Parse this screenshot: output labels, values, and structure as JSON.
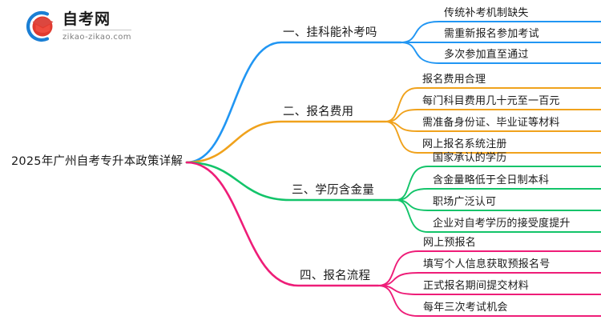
{
  "logo": {
    "title": "自考网",
    "domain": "zikao-zikao.com",
    "mark_icon": "graduation-cap-icon",
    "ring_color": "#1b7fd4",
    "cap_color": "#e03a2f"
  },
  "mindmap": {
    "root": {
      "label": "2025年广州自考专升本政策详解"
    },
    "branches": [
      {
        "label": "一、挂科能补考吗",
        "color": "#2196f3",
        "children": [
          {
            "label": "传统补考机制缺失"
          },
          {
            "label": "需重新报名参加考试"
          },
          {
            "label": "多次参加直至通过"
          }
        ]
      },
      {
        "label": "二、报名费用",
        "color": "#f0a21c",
        "children": [
          {
            "label": "报名费用合理"
          },
          {
            "label": "每门科目费用几十元至一百元"
          },
          {
            "label": "需准备身份证、毕业证等材料"
          },
          {
            "label": "网上报名系统注册"
          }
        ]
      },
      {
        "label": "三、学历含金量",
        "color": "#13c46a",
        "children": [
          {
            "label": "国家承认的学历"
          },
          {
            "label": "含金量略低于全日制本科"
          },
          {
            "label": "职场广泛认可"
          },
          {
            "label": "企业对自考学历的接受度提升"
          }
        ]
      },
      {
        "label": "四、报名流程",
        "color": "#ee1d78",
        "children": [
          {
            "label": "网上预报名"
          },
          {
            "label": "填写个人信息获取预报名号"
          },
          {
            "label": "正式报名期间提交材料"
          },
          {
            "label": "每年三次考试机会"
          }
        ]
      }
    ]
  }
}
